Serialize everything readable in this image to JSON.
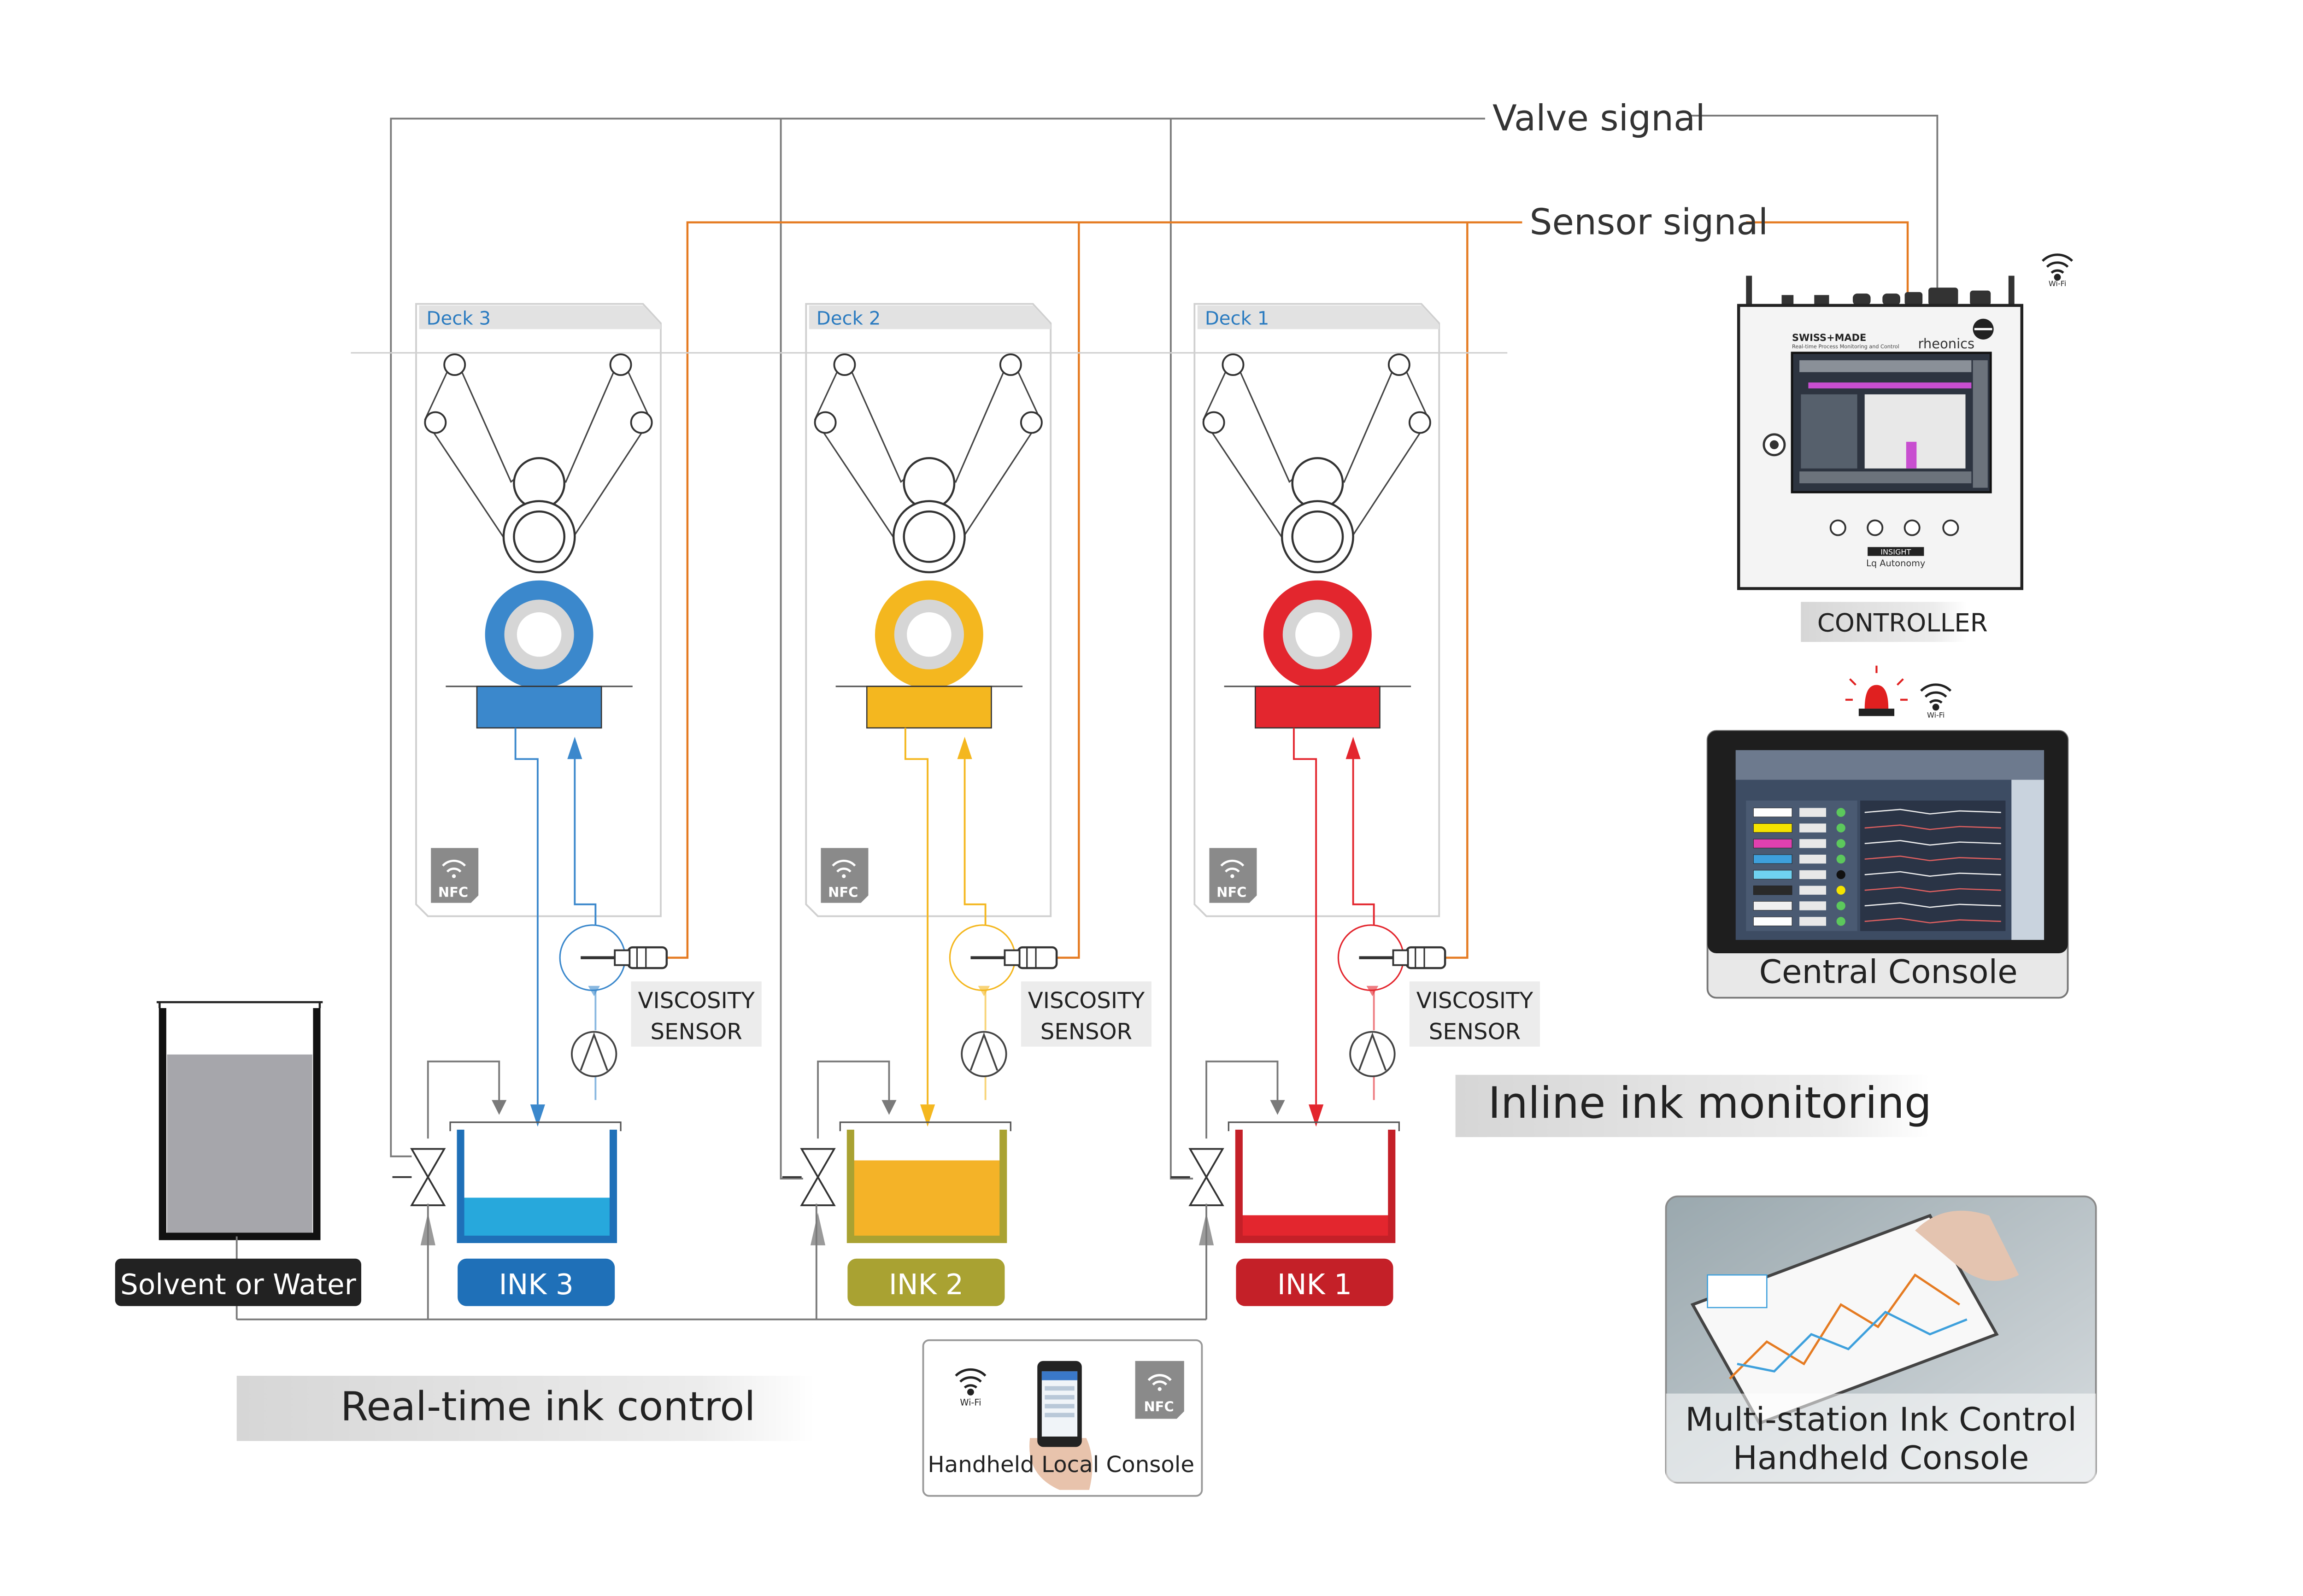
{
  "signals": {
    "valve": "Valve signal",
    "sensor": "Sensor signal"
  },
  "decks": [
    {
      "label": "Deck 3",
      "ink": "INK 3",
      "color": "#3b88cc",
      "ink_label_bg": "#1f70b8",
      "tank_fill": 0.38,
      "tank_color": "#27a8dc",
      "nfc": "NFC"
    },
    {
      "label": "Deck 2",
      "ink": "INK 2",
      "color": "#f4b71f",
      "ink_label_bg": "#a9a232",
      "tank_fill": 0.72,
      "tank_color": "#f4b328",
      "nfc": "NFC"
    },
    {
      "label": "Deck 1",
      "ink": "INK 1",
      "color": "#e3262e",
      "ink_label_bg": "#c42028",
      "tank_fill": 0.22,
      "tank_color": "#e3262e",
      "nfc": "NFC"
    }
  ],
  "sensor_label": {
    "line1": "VISCOSITY",
    "line2": "SENSOR"
  },
  "solvent": {
    "label": "Solvent or Water",
    "fill": 0.85
  },
  "controller": {
    "caption": "CONTROLLER",
    "brand": "rheonics",
    "swiss": "SWISS+MADE",
    "tagline": "Real-time Process Monitoring and Control",
    "insight": "INSIGHT",
    "autonomy": "Lq Autonomy",
    "wifi": "Wi-Fi"
  },
  "central_console": {
    "caption": "Central Console",
    "wifi": "Wi-Fi"
  },
  "inline_caption": "Inline ink monitoring",
  "realtime_caption": "Real-time ink control",
  "handheld_local": {
    "caption": "Handheld Local Console",
    "wifi": "Wi-Fi",
    "nfc": "NFC"
  },
  "multistation": {
    "line1": "Multi-station Ink Control",
    "line2": "Handheld Console"
  },
  "colors": {
    "valve_line": "#7a7a7a",
    "sensor_line": "#e57b22",
    "panel": "#e6e6e6"
  }
}
